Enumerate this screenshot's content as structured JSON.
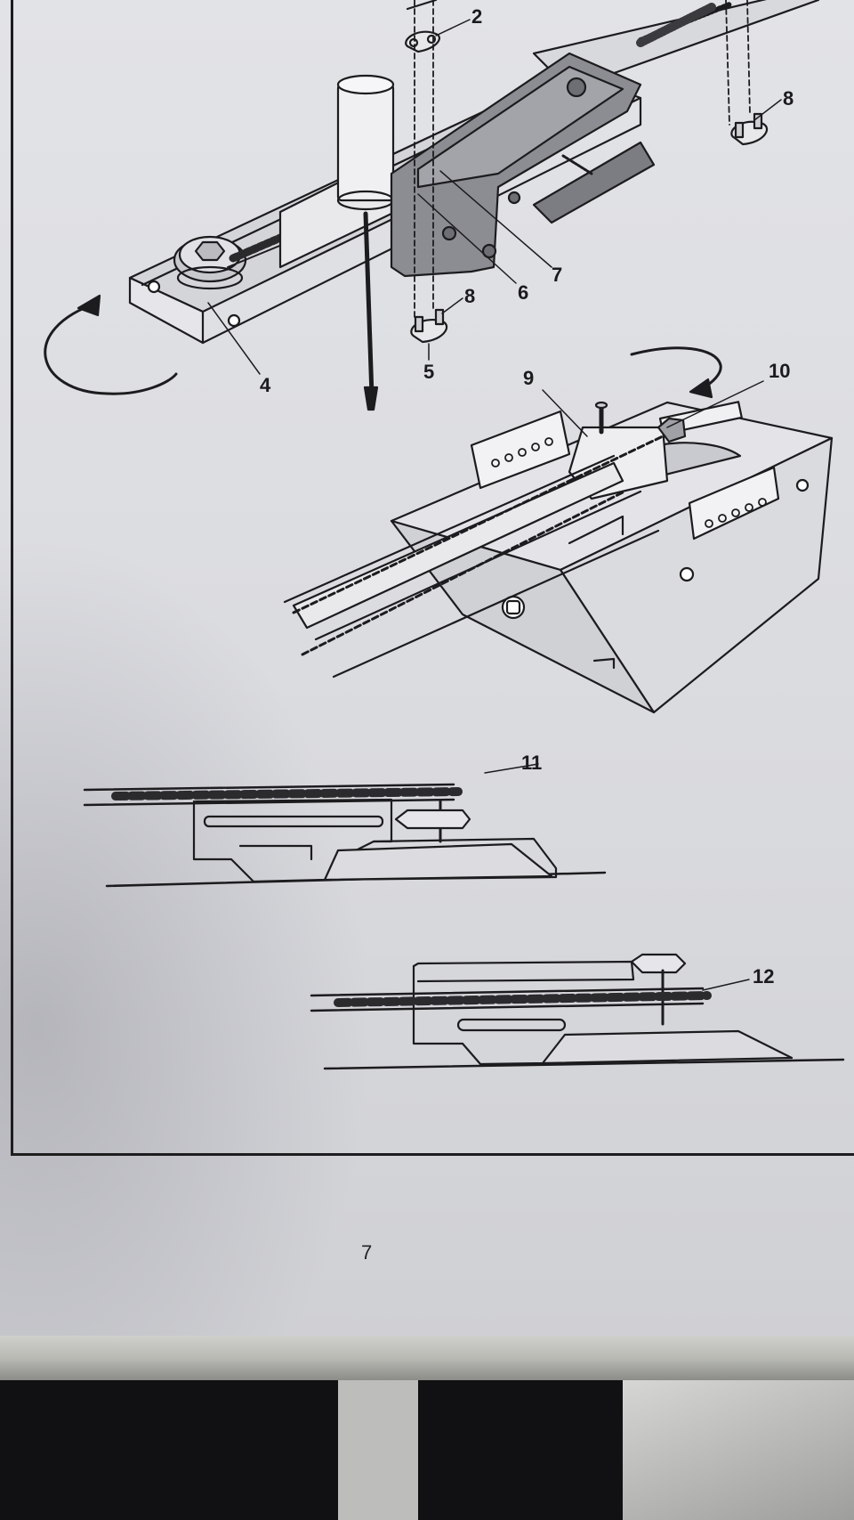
{
  "figure_top": {
    "callouts": [
      "2",
      "8",
      "7",
      "6",
      "8",
      "5",
      "4"
    ]
  },
  "figure_middle": {
    "callouts": [
      "9",
      "10"
    ]
  },
  "figure_chain_11": {
    "callout": "11"
  },
  "figure_chain_12": {
    "callout": "12"
  },
  "page_number": "7"
}
